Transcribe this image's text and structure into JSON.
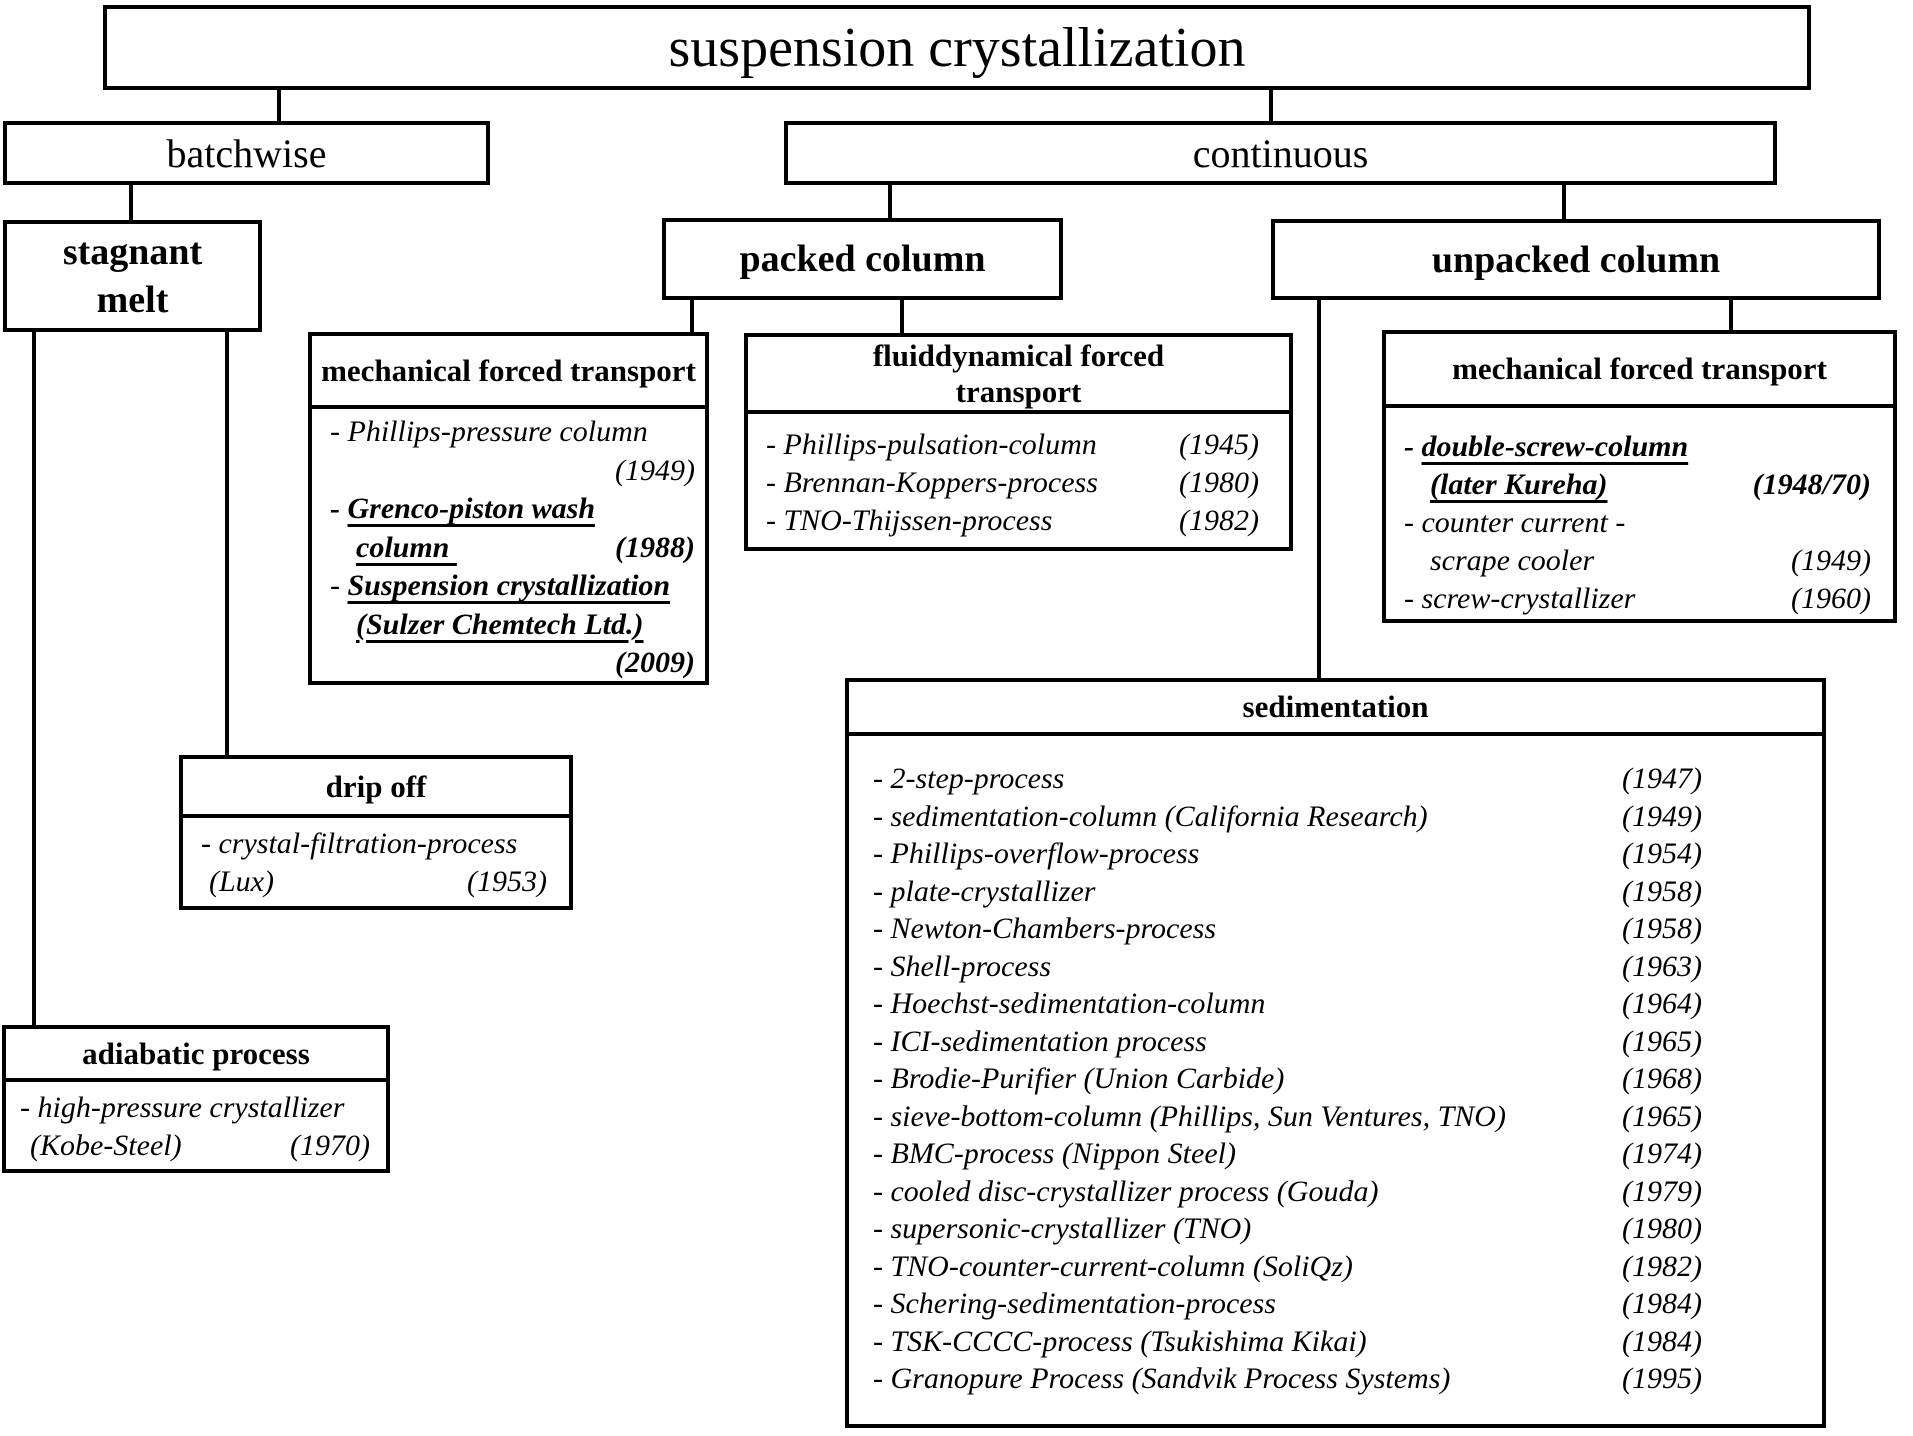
{
  "title": "suspension crystallization",
  "batchwise": {
    "label": "batchwise"
  },
  "continuous": {
    "label": "continuous"
  },
  "stagnant_melt": {
    "line1": "stagnant",
    "line2": "melt"
  },
  "packed_column": {
    "label": "packed column"
  },
  "unpacked_column": {
    "label": "unpacked column"
  },
  "mech_left": {
    "header": "mechanical forced transport",
    "lines": [
      {
        "text": "- Phillips-pressure column",
        "year": ""
      },
      {
        "text": "",
        "year": "(1949)"
      },
      {
        "dash": "- ",
        "text": "Grenco-piston wash",
        "year": ""
      },
      {
        "text": "column ",
        "year": "(1988)"
      },
      {
        "dash": "- ",
        "text": "Suspension crystallization",
        "year": ""
      },
      {
        "text": "(Sulzer Chemtech Ltd.)",
        "year": ""
      },
      {
        "text": "",
        "year": "(2009)"
      }
    ]
  },
  "fluiddynamical": {
    "header_line1": "fluiddynamical forced",
    "header_line2": "transport",
    "items": [
      {
        "name": "- Phillips-pulsation-column",
        "year": "(1945)"
      },
      {
        "name": "- Brennan-Koppers-process",
        "year": "(1980)"
      },
      {
        "name": "- TNO-Thijssen-process",
        "year": "(1982)"
      }
    ]
  },
  "mech_right": {
    "header": "mechanical forced transport",
    "lines": [
      {
        "dash": "- ",
        "text": "double-screw-column",
        "year": ""
      },
      {
        "text": "(later Kureha)",
        "year": "(1948/70)"
      },
      {
        "text": "- counter current -",
        "year": ""
      },
      {
        "text": "scrape cooler",
        "year": "(1949)"
      },
      {
        "text": "- screw-crystallizer",
        "year": "(1960)"
      }
    ]
  },
  "sedimentation": {
    "header": "sedimentation",
    "items": [
      {
        "name": "- 2-step-process",
        "year": "(1947)"
      },
      {
        "name": "- sedimentation-column (California Research)",
        "year": "(1949)"
      },
      {
        "name": "- Phillips-overflow-process",
        "year": "(1954)"
      },
      {
        "name": "- plate-crystallizer",
        "year": "(1958)"
      },
      {
        "name": "- Newton-Chambers-process",
        "year": "(1958)"
      },
      {
        "name": "- Shell-process",
        "year": "(1963)"
      },
      {
        "name": "- Hoechst-sedimentation-column",
        "year": "(1964)"
      },
      {
        "name": "- ICI-sedimentation process",
        "year": "(1965)"
      },
      {
        "name": "- Brodie-Purifier (Union Carbide)",
        "year": "(1968)"
      },
      {
        "name": "- sieve-bottom-column (Phillips, Sun Ventures, TNO)",
        "year": "(1965)"
      },
      {
        "name": "- BMC-process (Nippon Steel)",
        "year": "(1974)"
      },
      {
        "name": "- cooled disc-crystallizer process (Gouda)",
        "year": "(1979)"
      },
      {
        "name": "- supersonic-crystallizer (TNO)",
        "year": "(1980)"
      },
      {
        "name": "- TNO-counter-current-column (SoliQz)",
        "year": "(1982)"
      },
      {
        "name": "- Schering-sedimentation-process",
        "year": "(1984)"
      },
      {
        "name": "- TSK-CCCC-process (Tsukishima Kikai)",
        "year": "(1984)"
      },
      {
        "name": "- Granopure Process (Sandvik Process Systems)",
        "year": "(1995)"
      }
    ]
  },
  "drip_off": {
    "header": "drip off",
    "items": [
      {
        "name": "- crystal-filtration-process",
        "year": ""
      },
      {
        "name": "(Lux)",
        "year": "(1953)"
      }
    ]
  },
  "adiabatic": {
    "header": "adiabatic process",
    "items": [
      {
        "name": "- high-pressure crystallizer",
        "year": ""
      },
      {
        "name": "(Kobe-Steel)",
        "year": "(1970)"
      }
    ]
  },
  "colors": {
    "ink": "#000000",
    "paper": "#ffffff"
  }
}
